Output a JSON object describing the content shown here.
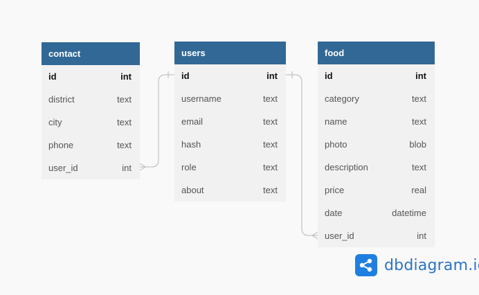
{
  "tables": [
    {
      "key": "contact",
      "name": "contact",
      "columns": [
        {
          "name": "id",
          "type": "int",
          "pk": true
        },
        {
          "name": "district",
          "type": "text"
        },
        {
          "name": "city",
          "type": "text"
        },
        {
          "name": "phone",
          "type": "text"
        },
        {
          "name": "user_id",
          "type": "int"
        }
      ]
    },
    {
      "key": "users",
      "name": "users",
      "columns": [
        {
          "name": "id",
          "type": "int",
          "pk": true
        },
        {
          "name": "username",
          "type": "text"
        },
        {
          "name": "email",
          "type": "text"
        },
        {
          "name": "hash",
          "type": "text"
        },
        {
          "name": "role",
          "type": "text"
        },
        {
          "name": "about",
          "type": "text"
        }
      ]
    },
    {
      "key": "food",
      "name": "food",
      "columns": [
        {
          "name": "id",
          "type": "int",
          "pk": true
        },
        {
          "name": "category",
          "type": "text"
        },
        {
          "name": "name",
          "type": "text"
        },
        {
          "name": "photo",
          "type": "blob"
        },
        {
          "name": "description",
          "type": "text"
        },
        {
          "name": "price",
          "type": "real"
        },
        {
          "name": "date",
          "type": "datetime"
        },
        {
          "name": "user_id",
          "type": "int"
        }
      ]
    }
  ],
  "relationships": [
    {
      "from": "contact.user_id",
      "to": "users.id",
      "type": "many-to-one"
    },
    {
      "from": "food.user_id",
      "to": "users.id",
      "type": "many-to-one"
    }
  ],
  "logo": {
    "text": "dbdiagram.io",
    "icon": "share-nodes-icon",
    "color": "#1f7fe0"
  },
  "colors": {
    "header": "#316896",
    "table_body": "#f1f1f1",
    "background": "#f9f9f9",
    "connector": "#b8b8b8"
  }
}
